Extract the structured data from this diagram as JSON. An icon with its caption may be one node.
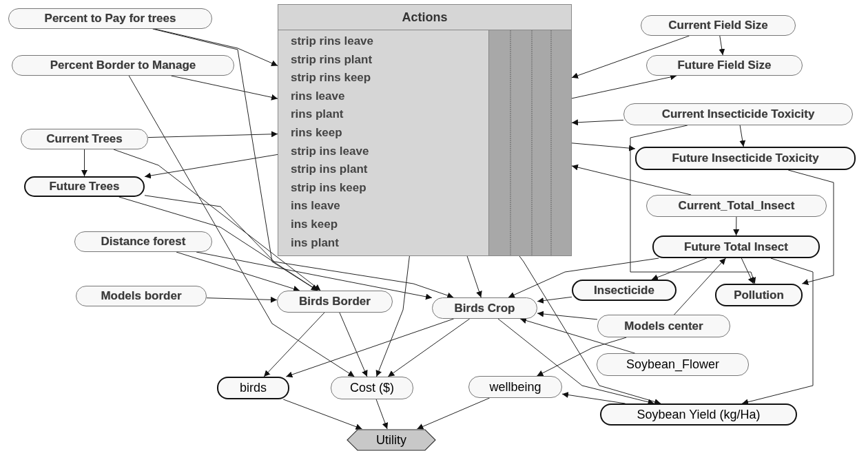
{
  "diagram": {
    "nodes": [
      {
        "text": [
          "Percent to Pay for trees"
        ]
      },
      {
        "text": [
          "Percent Border to Manage"
        ]
      },
      {
        "text": [
          "Actions",
          "strip rins leave",
          "strip rins plant",
          "strip rins keep",
          "rins leave",
          "rins plant",
          "rins keep",
          "strip ins leave",
          "strip ins plant",
          "strip ins keep",
          "ins leave",
          "ins keep",
          "ins plant"
        ]
      },
      {
        "text": [
          "Current Trees"
        ]
      },
      {
        "text": [
          "Future Trees"
        ]
      },
      {
        "text": [
          "Distance forest"
        ]
      },
      {
        "text": [
          "Models border"
        ]
      },
      {
        "text": [
          "Birds Border"
        ]
      },
      {
        "text": [
          "Current Field Size"
        ]
      },
      {
        "text": [
          "Future Field Size"
        ]
      },
      {
        "text": [
          "Current Insecticide Toxicity"
        ]
      },
      {
        "text": [
          "Future Insecticide Toxicity"
        ]
      },
      {
        "text": [
          "Current_Total_Insect"
        ]
      },
      {
        "text": [
          "Future Total Insect"
        ]
      },
      {
        "text": [
          "Insecticide"
        ]
      },
      {
        "text": [
          "Pollution"
        ]
      },
      {
        "text": [
          "Birds Crop"
        ]
      },
      {
        "text": [
          "Models center"
        ]
      },
      {
        "text": [
          "Soybean_Flower"
        ]
      },
      {
        "text": [
          "birds"
        ]
      },
      {
        "text": [
          "Cost ($)"
        ]
      },
      {
        "text": [
          "wellbeing"
        ]
      },
      {
        "text": [
          "Soybean Yield (kg/Ha)"
        ]
      },
      {
        "text": [
          "Utility"
        ]
      }
    ],
    "edges": [
      {
        "from": 0,
        "to": 2,
        "arrow": "to"
      },
      {
        "from": 1,
        "to": 2,
        "arrow": "to"
      },
      {
        "from": 0,
        "to": 7,
        "arrow": "to"
      },
      {
        "from": 1,
        "to": 20,
        "arrow": "to"
      },
      {
        "from": 3,
        "to": 2,
        "arrow": "to"
      },
      {
        "from": 3,
        "to": 4,
        "arrow": "to"
      },
      {
        "from": 2,
        "to": 4,
        "arrow": "to"
      },
      {
        "from": 3,
        "to": 7,
        "arrow": "to"
      },
      {
        "from": 4,
        "to": 7,
        "arrow": "to"
      },
      {
        "from": 4,
        "to": 16,
        "arrow": "to"
      },
      {
        "from": 5,
        "to": 7,
        "arrow": "to"
      },
      {
        "from": 5,
        "to": 16,
        "arrow": "to"
      },
      {
        "from": 6,
        "to": 7,
        "arrow": "to"
      },
      {
        "from": 7,
        "to": 19,
        "arrow": "to"
      },
      {
        "from": 7,
        "to": 20,
        "arrow": "to"
      },
      {
        "from": 2,
        "to": 20,
        "arrow": "to"
      },
      {
        "from": 2,
        "to": 16,
        "arrow": "to"
      },
      {
        "from": 2,
        "to": 22,
        "arrow": "to"
      },
      {
        "from": 8,
        "to": 2,
        "arrow": "to"
      },
      {
        "from": 8,
        "to": 9,
        "arrow": "to"
      },
      {
        "from": 2,
        "to": 9,
        "arrow": "to"
      },
      {
        "from": 10,
        "to": 2,
        "arrow": "to"
      },
      {
        "from": 10,
        "to": 11,
        "arrow": "to"
      },
      {
        "from": 2,
        "to": 11,
        "arrow": "to"
      },
      {
        "from": 11,
        "to": 15,
        "arrow": "to"
      },
      {
        "from": 12,
        "to": 2,
        "arrow": "to"
      },
      {
        "from": 12,
        "to": 13,
        "arrow": "to"
      },
      {
        "from": 13,
        "to": 14,
        "arrow": "to"
      },
      {
        "from": 13,
        "to": 15,
        "arrow": "to"
      },
      {
        "from": 13,
        "to": 16,
        "arrow": "to"
      },
      {
        "from": 14,
        "to": 16,
        "arrow": "to"
      },
      {
        "from": 17,
        "to": 16,
        "arrow": "to"
      },
      {
        "from": 17,
        "to": 13,
        "arrow": "to"
      },
      {
        "from": 17,
        "to": 21,
        "arrow": "to"
      },
      {
        "from": 18,
        "to": 16,
        "arrow": "to"
      },
      {
        "from": 16,
        "to": 22,
        "arrow": "to"
      },
      {
        "from": 16,
        "to": 19,
        "arrow": "to"
      },
      {
        "from": 16,
        "to": 20,
        "arrow": "to"
      },
      {
        "from": 22,
        "to": 21,
        "arrow": "to"
      },
      {
        "from": 19,
        "to": 23,
        "arrow": "to"
      },
      {
        "from": 20,
        "to": 23,
        "arrow": "to"
      },
      {
        "from": 21,
        "to": 23,
        "arrow": "to"
      },
      {
        "from": 10,
        "to": 15,
        "arrow": "to"
      },
      {
        "from": 13,
        "to": 22,
        "arrow": "to"
      }
    ]
  }
}
